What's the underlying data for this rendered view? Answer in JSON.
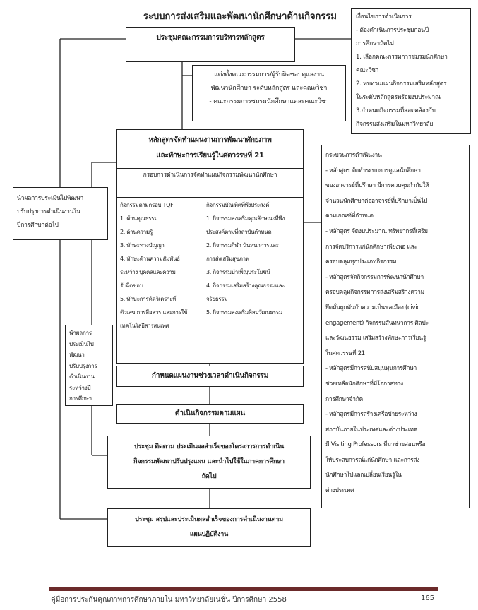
{
  "title": "ระบบการส่งเสริมและพัฒนานักศึกษาด้านกิจกรรม",
  "box_meeting": "ประชุมคณะกรรมการบริหารหลักสูตร",
  "box_appoint": [
    "แต่งตั้งคณะกรรมการ/ผู้รับผิดชอบดูแลงาน",
    "พัฒนานักศึกษา ระดับหลักสูตร และคณะวิชา",
    "-  คณะกรรมการชมรมนักศึกษาแต่ละคณะวิชา"
  ],
  "conditions": [
    "เงื่อนไขการดำเนินการ",
    "- ต้องดำเนินการประชุมก่อนปี",
    "การศึกษาถัดไป",
    "1. เลือกคณะกรรมการชมรมนักศึกษา",
    "คณะวิชา",
    "2. ทบทวนแผนกิจกรรมเสริมหลักสูตร",
    "ในระดับหลักสูตรพร้อมงบประมาณ",
    "3.กำหนดกิจกรรมที่สอดคล้องกับ",
    "กิจกรรมส่งเสริมในมหาวิทยาลัย"
  ],
  "plan": {
    "heading": [
      "หลักสูตรจัดทำแผนงานการพัฒนาศักยภาพ",
      "และทักษะการเรียนรู้ในศตวรรษที่ 21"
    ],
    "framework": "กรอบการดำเนินการจัดทำแผนกิจกรรมพัฒนานักศึกษา",
    "tqf": [
      "กิจกรรมตามกรอบ TQF",
      "1. ด้านคุณธรรม",
      "2. ด้านความรู้",
      "3. ทักษะทางปัญญา",
      "4. ทักษะด้านความสัมพันธ์",
      "ระหว่าง บุคคลและความ",
      "รับผิดชอบ",
      "5. ทักษะการคิดวิเคราะห์",
      "ตัวเลข การสื่อสาร และการใช้",
      "เทคโนโลยีสารสนเทศ"
    ],
    "graduate": [
      "กิจกรรมบัณฑิตที่พึงประสงค์",
      "1. กิจกรรมส่งเสริมคุณลักษณะที่พึง",
      "ประสงค์ตามที่สถาบันกำหนด",
      "2. กิจกรรมกีฬา นันทนาการและ",
      "การส่งเสริมสุขภาพ",
      "3. กิจกรรมบำเพ็ญประโยชน์",
      "4. กิจกรรมเสริมสร้างคุณธรรมและ",
      "จริยธรรม",
      "5. กิจกรรมส่งเสริมศิลปวัฒนธรรม"
    ]
  },
  "feedback_next_year": [
    "นำผลการประเมินไปพัฒนา",
    "ปรับปรุงการดำเนินงานใน",
    "ปีการศึกษาต่อไป"
  ],
  "feedback_during_year": [
    "นำผลการ",
    "ประเมินไป",
    "พัฒนา",
    "ปรับปรุงการ",
    "ดำเนินงาน",
    "ระหว่างปี",
    "การศึกษา"
  ],
  "box_schedule": "กำหนดแผนงานช่วงเวลาดำเนินกิจกรรม",
  "box_execute": "ดำเนินกิจกรรมตามแผน",
  "box_followup": [
    "ประชุม ติดตาม ประเมินผลสำเร็จของโครงการการดำเนิน",
    "กิจกรรมพัฒนาปรับปรุงแผน และนำไปใช้ในภาคการศึกษา",
    "ถัดไป"
  ],
  "box_summary": [
    "ประชุม สรุปและประเมินผลสำเร็จของการดำเนินงานตาม",
    "แผนปฏิบัติงาน"
  ],
  "process": [
    "กระบวนการดำเนินงาน",
    "-  หลักสูตร จัดทำระบบการดูแลนักศึกษา",
    "ของอาจารย์ที่ปรึกษา มีการควบคุมกำกับให้",
    "จำนวนนักศึกษาต่ออาจารย์ที่ปรึกษาเป็นไป",
    "ตามเกณฑ์ที่กำหนด",
    "- หลักสูตร จัดงบประมาณ ทรัพยากรที่เสริม",
    "  การจัดบริการแก่นักศึกษาเพียงพอ และ",
    "  ครอบคลุมทุกประเภทกิจกรรม",
    "- หลักสูตรจัดกิจกรรมการพัฒนานักศึกษา",
    "  ครอบคลุมกิจกรรมการส่งเสริมสร้างความ",
    "  ยึดมั่นผูกพันกับความเป็นพลเมือง (civic",
    "  engagement) กิจกรรมสันทนาการ ศิลปะ",
    "  และวัฒนธรรม เสริมสร้างทักษะการเรียนรู้",
    "  ในศตวรรษที่ 21",
    "- หลักสูตรมีการสนับสนุนทุนการศึกษา",
    "  ช่วยเหลือนักศึกษาที่มีโอกาสทาง",
    "  การศึกษาจำกัด",
    "- หลักสูตรมีการสร้างเครือข่ายระหว่าง",
    "  สถาบันภายในประเทศและต่างประเทศ",
    "  มี Visiting Professors ที่มาช่วยสอนหรือ",
    "  ให้ประสบการณ์แก่นักศึกษา และการส่ง",
    "  นักศึกษาไปแลกเปลี่ยนเรียนรู้ใน",
    "  ต่างประเทศ"
  ],
  "footer": {
    "text": "คู่มือการประกันคุณภาพการศึกษาภายใน มหาวิทยาลัยเนชั่น ปีการศึกษา 2558",
    "page": "165",
    "bar_color": "#6b2a2a"
  }
}
